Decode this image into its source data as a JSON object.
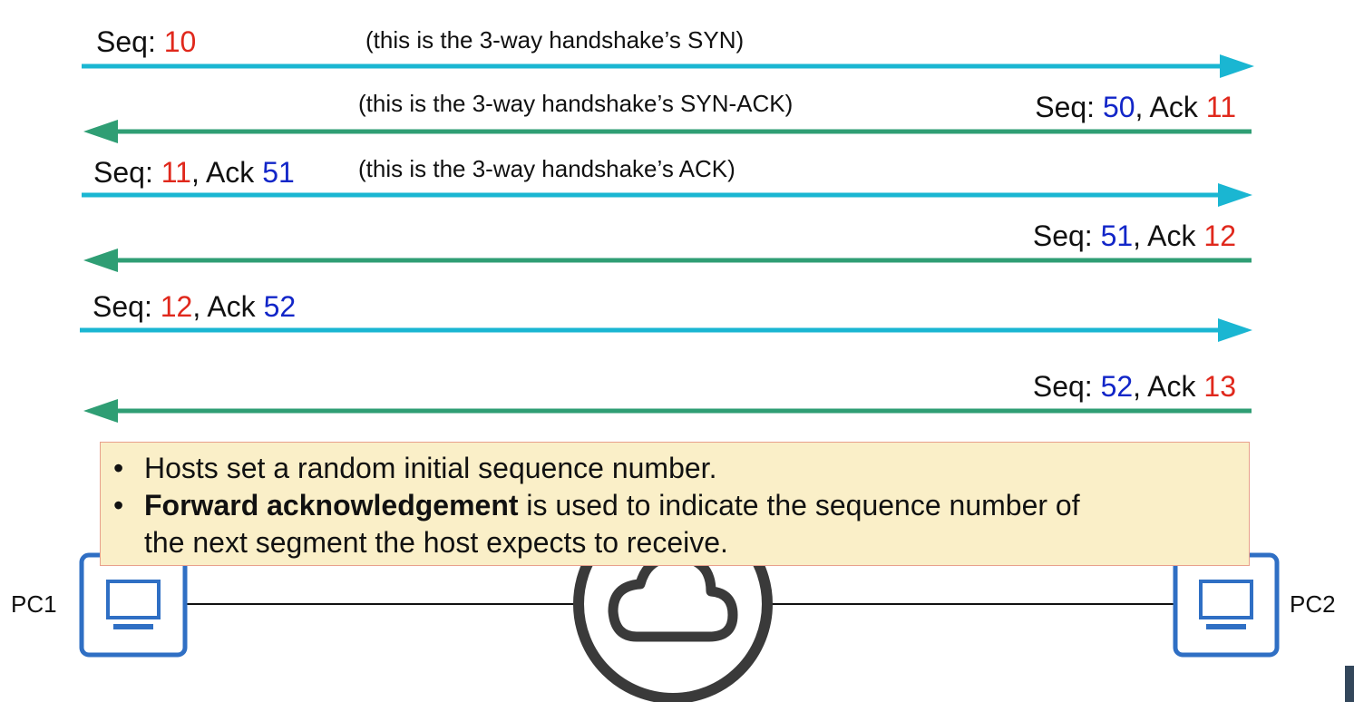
{
  "messages": [
    {
      "direction": "right",
      "seq_label": "Seq: ",
      "seq": "10",
      "ack_label": "",
      "ack": "",
      "note": "(this is the 3-way handshake’s SYN)"
    },
    {
      "direction": "left",
      "seq_label": "Seq: ",
      "seq": "50",
      "ack_label": ", Ack ",
      "ack": "11",
      "note": "(this is the 3-way handshake’s SYN-ACK)"
    },
    {
      "direction": "right",
      "seq_label": "Seq: ",
      "seq": "11",
      "ack_label": ", Ack ",
      "ack": "51",
      "note": "(this is the 3-way handshake’s ACK)"
    },
    {
      "direction": "left",
      "seq_label": "Seq: ",
      "seq": "51",
      "ack_label": ", Ack ",
      "ack": "12",
      "note": ""
    },
    {
      "direction": "right",
      "seq_label": "Seq: ",
      "seq": "12",
      "ack_label": ", Ack ",
      "ack": "52",
      "note": ""
    },
    {
      "direction": "left",
      "seq_label": "Seq: ",
      "seq": "52",
      "ack_label": ", Ack ",
      "ack": "13",
      "note": ""
    }
  ],
  "callout": {
    "bullet": "•",
    "line1": "Hosts set a random initial sequence number.",
    "line2_bold": "Forward acknowledgement",
    "line2_rest": " is used to indicate the sequence number of",
    "line3": "the next segment the host expects to receive."
  },
  "hosts": {
    "left": "PC1",
    "right": "PC2"
  },
  "colors": {
    "pc1_to_pc2_arrow": "#1ab6d2",
    "pc2_to_pc1_arrow": "#2f9e74",
    "pc1_number": "#e0281c",
    "pc2_number": "#1226c8",
    "host_icon": "#2f6fc4",
    "cloud": "#3a3a3a",
    "callout_fill": "#faefc8",
    "callout_border": "#e8a08c"
  },
  "icons": {
    "host": "computer-monitor-icon",
    "network": "cloud-icon"
  }
}
